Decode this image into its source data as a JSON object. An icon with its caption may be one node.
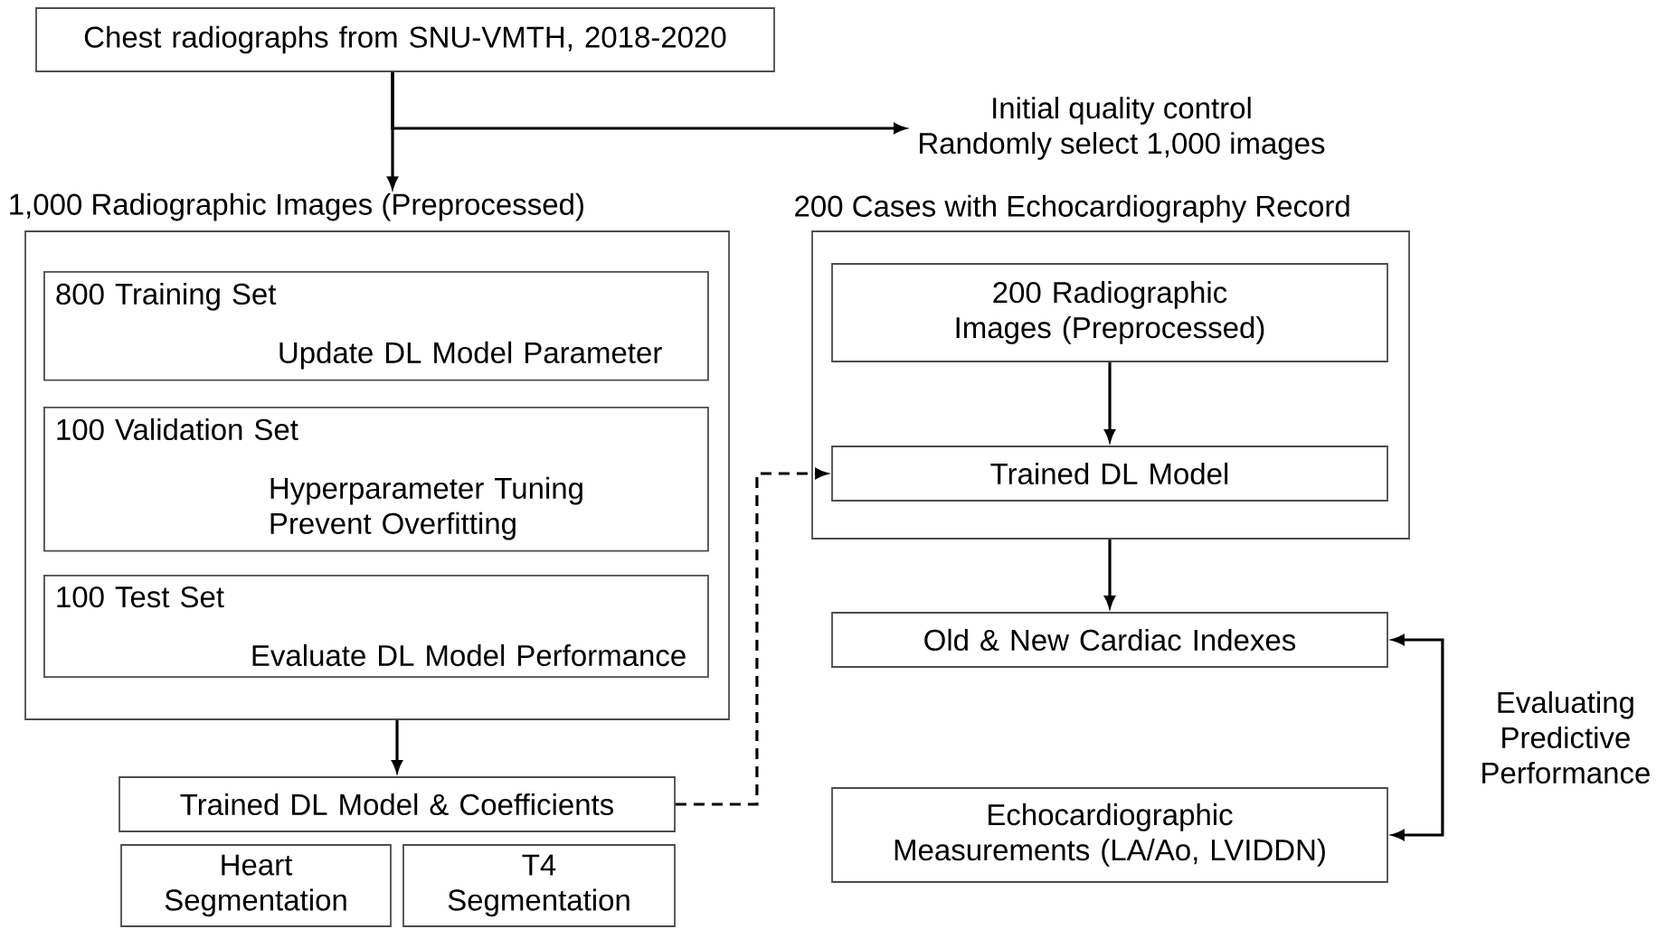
{
  "diagram": {
    "nodes": [
      {
        "text": [
          "Chest radiographs from SNU-VMTH, 2018-2020"
        ]
      },
      {
        "text": [
          "Initial quality control",
          "Randomly select 1,000 images"
        ]
      },
      {
        "text": [
          "1,000 Radiographic Images (Preprocessed)"
        ]
      },
      {
        "text": [
          "800 Training Set",
          "Update DL Model Parameter"
        ],
        "in": 2
      },
      {
        "text": [
          "100 Validation Set",
          "Hyperparameter Tuning Prevent Overfitting"
        ],
        "in": 2
      },
      {
        "text": [
          "100 Test Set",
          "Evaluate DL Model Performance"
        ],
        "in": 2
      },
      {
        "text": [
          "200 Cases with Echocardiography Record"
        ]
      },
      {
        "text": [
          "200 Radiographic Images (Preprocessed)"
        ],
        "in": 6
      },
      {
        "text": [
          "Trained DL Model"
        ],
        "in": 6
      },
      {
        "text": [
          "Trained DL Model & Coefficients"
        ]
      },
      {
        "text": [
          "Heart Segmentation"
        ]
      },
      {
        "text": [
          "T4 Segmentation"
        ]
      },
      {
        "text": [
          "Old & New Cardiac Indexes"
        ]
      },
      {
        "text": [
          "Echocardiographic Measurements (LA/Ao, LVIDDN)"
        ]
      }
    ],
    "edges": [
      {
        "from": 0,
        "to": 2,
        "arrow": "to"
      },
      {
        "from": 0,
        "to": 1,
        "arrow": "to"
      },
      {
        "from": 2,
        "to": 9,
        "arrow": "to"
      },
      {
        "from": 9,
        "to": 8,
        "arrow": "to",
        "style": "dashed"
      },
      {
        "from": 7,
        "to": 8,
        "arrow": "to"
      },
      {
        "from": 6,
        "to": 12,
        "arrow": "to"
      },
      {
        "from": 12,
        "to": 13,
        "arrow": "both",
        "label": "Evaluating Predictive Performance"
      }
    ]
  }
}
